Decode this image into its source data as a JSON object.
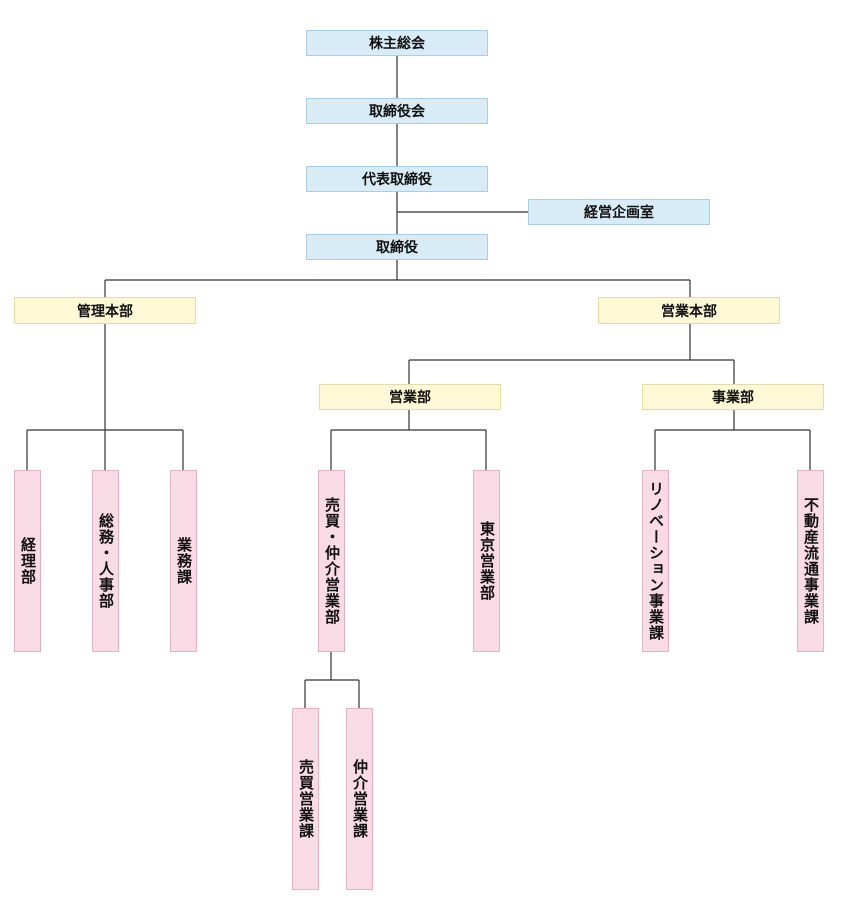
{
  "colors": {
    "top_level": "#d8ecf8",
    "division": "#fdf8d6",
    "unit": "#f9dbe6",
    "line": "#333333"
  },
  "executive": {
    "shareholders_meeting": "株主総会",
    "board_of_directors": "取締役会",
    "representative_director": "代表取締役",
    "corporate_planning_office": "経営企画室",
    "director": "取締役"
  },
  "divisions": {
    "administration_hq": "管理本部",
    "sales_hq": "営業本部",
    "sales_department": "営業部",
    "business_department": "事業部"
  },
  "units": {
    "accounting_department": "経理部",
    "general_affairs_hr_department": "総務・人事部",
    "operations_section": "業務課",
    "brokerage_sales_department": "売買・仲介営業部",
    "tokyo_sales_department": "東京営業部",
    "renovation_business_section": "リノベーション事業課",
    "real_estate_distribution_section": "不動産流通事業課",
    "sales_trading_section": "売買営業課",
    "brokerage_sales_section": "仲介営業課"
  }
}
